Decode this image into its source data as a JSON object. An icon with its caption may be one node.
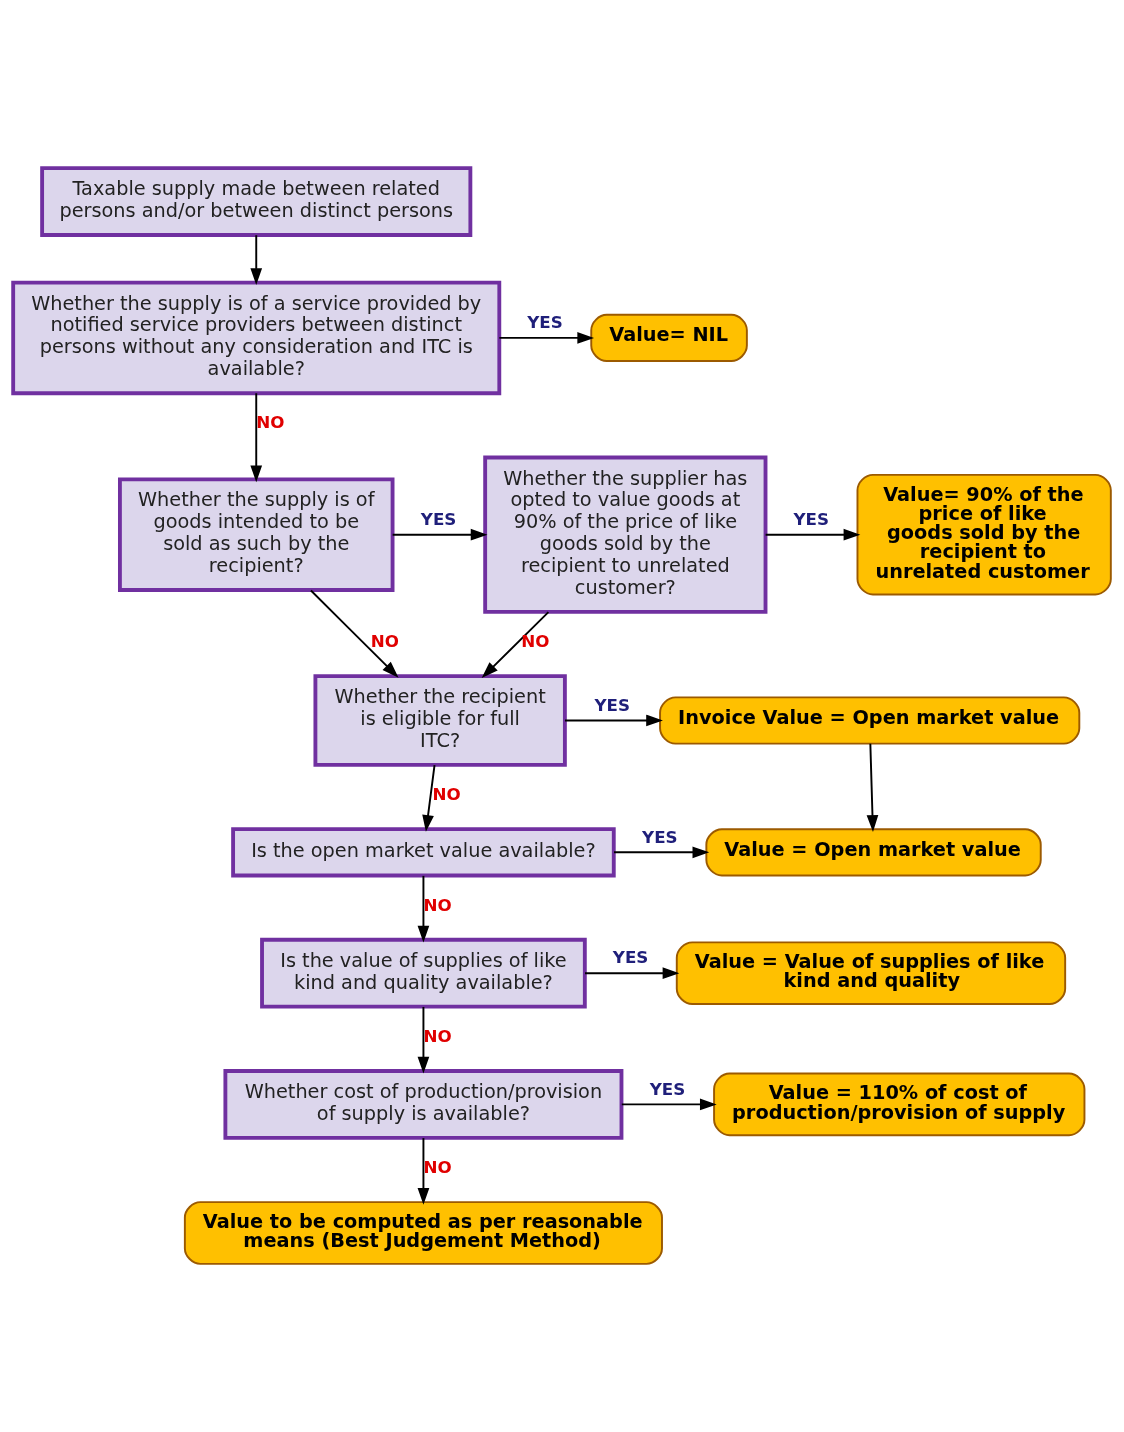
{
  "diagram": {
    "nodes": [
      {
        "text": [
          "Taxable supply made between related persons and/or between distinct persons"
        ]
      },
      {
        "text": [
          "Whether the supply is of a service provided by notified service providers between distinct persons without any consideration and ITC is available?"
        ]
      },
      {
        "text": [
          "Value= NIL"
        ]
      },
      {
        "text": [
          "Whether the supply is of goods intended to be sold as such by the recipient?"
        ]
      },
      {
        "text": [
          "Whether the supplier has opted to value goods at 90% of the price of like goods sold by the recipient to unrelated customer?"
        ]
      },
      {
        "text": [
          "Value= 90% of the price of like goods sold by the recipient to unrelated customer"
        ]
      },
      {
        "text": [
          "Whether the recipient is eligible for full ITC?"
        ]
      },
      {
        "text": [
          "Invoice Value = Open market value"
        ]
      },
      {
        "text": [
          "Is the open market value available?"
        ]
      },
      {
        "text": [
          "Value = Open market value"
        ]
      },
      {
        "text": [
          "Is the value of supplies of like kind and quality available?"
        ]
      },
      {
        "text": [
          "Value = Value of supplies of like kind and quality"
        ]
      },
      {
        "text": [
          "Whether cost of production/provision of supply is available?"
        ]
      },
      {
        "text": [
          "Value = 110% of cost of production/provision of supply"
        ]
      },
      {
        "text": [
          "Value to be computed as per reasonable means (Best Judgement Method)"
        ]
      }
    ],
    "edges": [
      {
        "from": 0,
        "to": 1,
        "arrow": "to"
      },
      {
        "from": 1,
        "to": 2,
        "arrow": "to",
        "label": "YES"
      },
      {
        "from": 1,
        "to": 3,
        "arrow": "to",
        "label": "NO"
      },
      {
        "from": 3,
        "to": 4,
        "arrow": "to",
        "label": "YES"
      },
      {
        "from": 3,
        "to": 6,
        "arrow": "to",
        "label": "NO"
      },
      {
        "from": 4,
        "to": 5,
        "arrow": "to",
        "label": "YES"
      },
      {
        "from": 4,
        "to": 6,
        "arrow": "to",
        "label": "NO"
      },
      {
        "from": 6,
        "to": 7,
        "arrow": "to",
        "label": "YES"
      },
      {
        "from": 6,
        "to": 8,
        "arrow": "to",
        "label": "NO"
      },
      {
        "from": 7,
        "to": 9,
        "arrow": "to"
      },
      {
        "from": 8,
        "to": 9,
        "arrow": "to",
        "label": "YES"
      },
      {
        "from": 8,
        "to": 10,
        "arrow": "to",
        "label": "NO"
      },
      {
        "from": 10,
        "to": 11,
        "arrow": "to",
        "label": "YES"
      },
      {
        "from": 10,
        "to": 12,
        "arrow": "to",
        "label": "NO"
      },
      {
        "from": 12,
        "to": 13,
        "arrow": "to",
        "label": "YES"
      },
      {
        "from": 12,
        "to": 14,
        "arrow": "to",
        "label": "NO"
      }
    ]
  }
}
